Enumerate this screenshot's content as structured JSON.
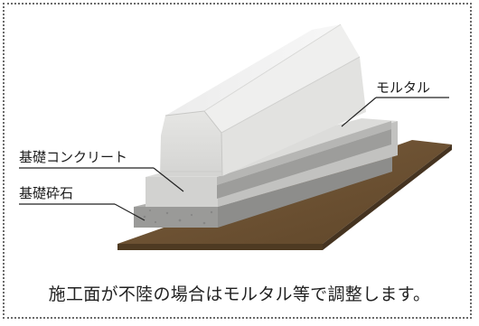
{
  "labels": {
    "mortar": "モルタル",
    "foundation_concrete": "基礎コンクリート",
    "foundation_gravel": "基礎砕石"
  },
  "caption": "施工面が不陸の場合はモルタル等で調整します。"
}
